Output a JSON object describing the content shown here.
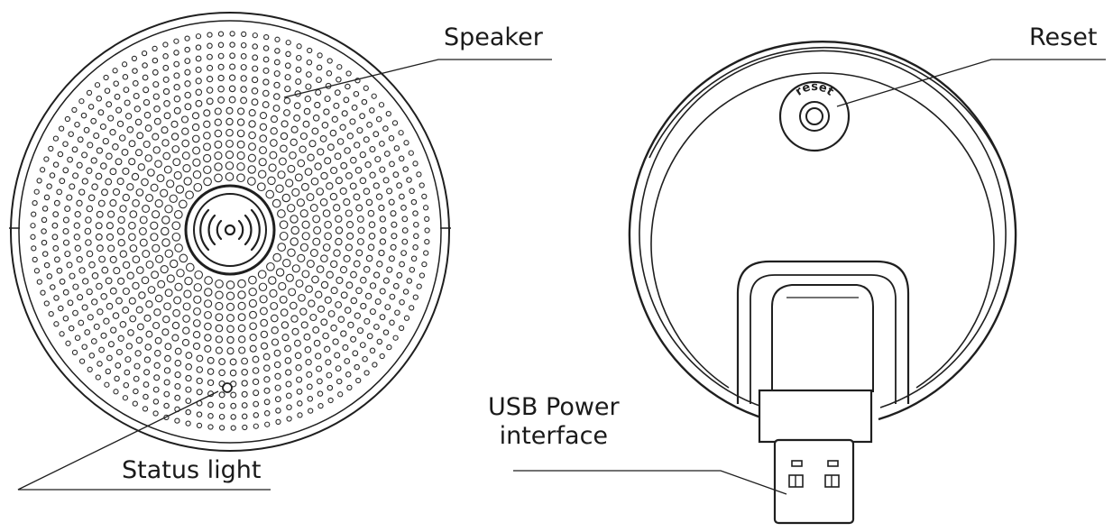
{
  "labels": {
    "speaker": "Speaker",
    "status_light": "Status light",
    "reset": "Reset",
    "usb_power_line1": "USB Power",
    "usb_power_line2": "interface",
    "button_text": "reset"
  },
  "colors": {
    "line": "#1f1f1f",
    "dot": "#2a2a2a",
    "background": "#ffffff"
  }
}
